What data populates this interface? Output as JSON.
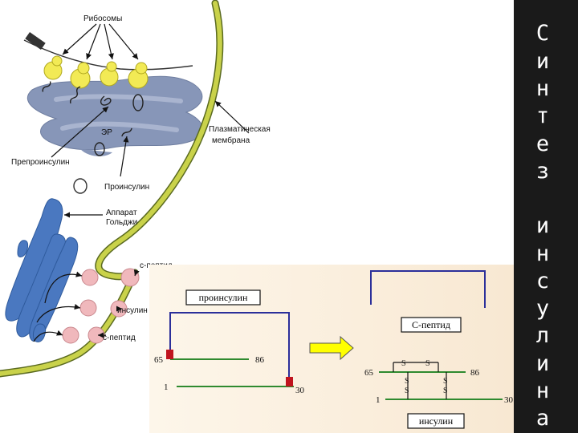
{
  "cell_diagram": {
    "ribosomes": "Рибосомы",
    "er": "ЭР",
    "plasma_membrane": "Плазматическая мембрана",
    "preproinsulin": "Препроинсулин",
    "proinsulin": "Проинсулин",
    "golgi": "Аппарат Гольджи",
    "c_peptide_top": "с-пептид",
    "insulin": "инсулин",
    "c_peptide_bottom": "с-пептид"
  },
  "scheme": {
    "proinsulin_label": "проинсулин",
    "num_65_left": "65",
    "num_86_left": "86",
    "num_1_left": "1",
    "num_30_left": "30",
    "c_peptide_label": "С-пептид",
    "num_65_right": "65",
    "num_86_right": "86",
    "num_1_right": "1",
    "num_30_right": "30",
    "insulin_label": "инсулин",
    "s_bond": "S"
  },
  "sidebar": {
    "letters": [
      "С",
      "и",
      "н",
      "т",
      "е",
      "з",
      "",
      "и",
      "н",
      "с",
      "у",
      "л",
      "и",
      "н",
      "а"
    ]
  },
  "colors": {
    "sidebar_bg": "#1a1a1a",
    "er_fill": "#8796b8",
    "membrane": "#c9d24a",
    "ribosome": "#f2ea55",
    "golgi": "#4a78c0",
    "vesicle": "#f0b8bc",
    "chain_green": "#2f8a2f",
    "chain_blue": "#2b2f9a",
    "marker_red": "#c0141e",
    "arrow_yellow": "#ffff00",
    "panel_bg": "#fbf0df"
  }
}
